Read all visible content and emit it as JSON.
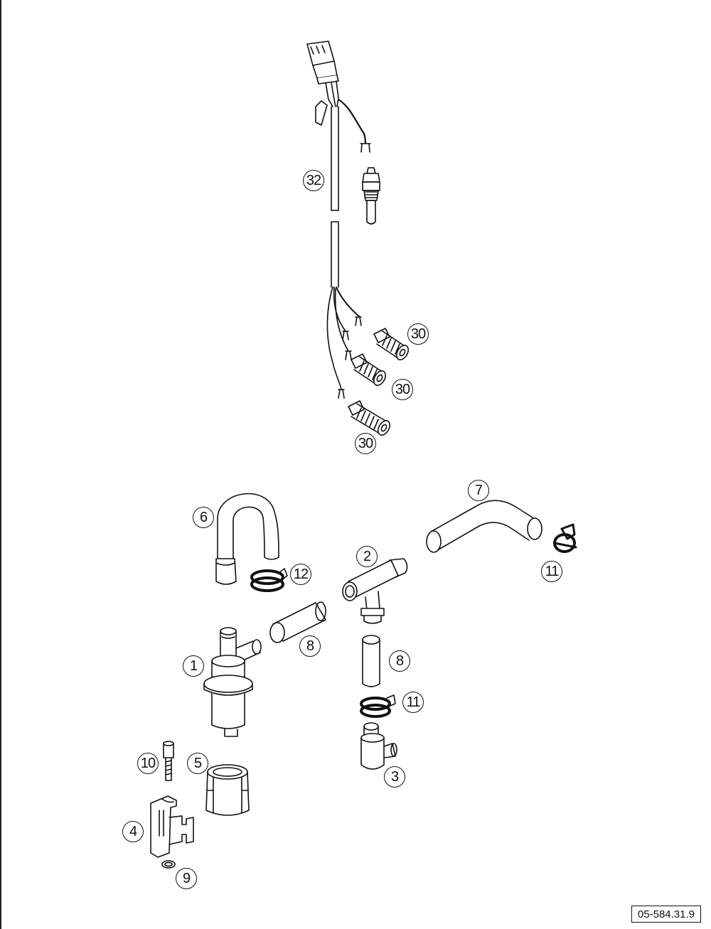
{
  "diagram": {
    "reference_code": "05-584.31.9",
    "callouts": {
      "c1": "1",
      "c2": "2",
      "c3": "3",
      "c4": "4",
      "c5": "5",
      "c6": "6",
      "c7": "7",
      "c8a": "8",
      "c8b": "8",
      "c9": "9",
      "c10": "10",
      "c11a": "11",
      "c11b": "11",
      "c12": "12",
      "c30a": "30",
      "c30b": "30",
      "c30c": "30",
      "c32": "32"
    }
  }
}
